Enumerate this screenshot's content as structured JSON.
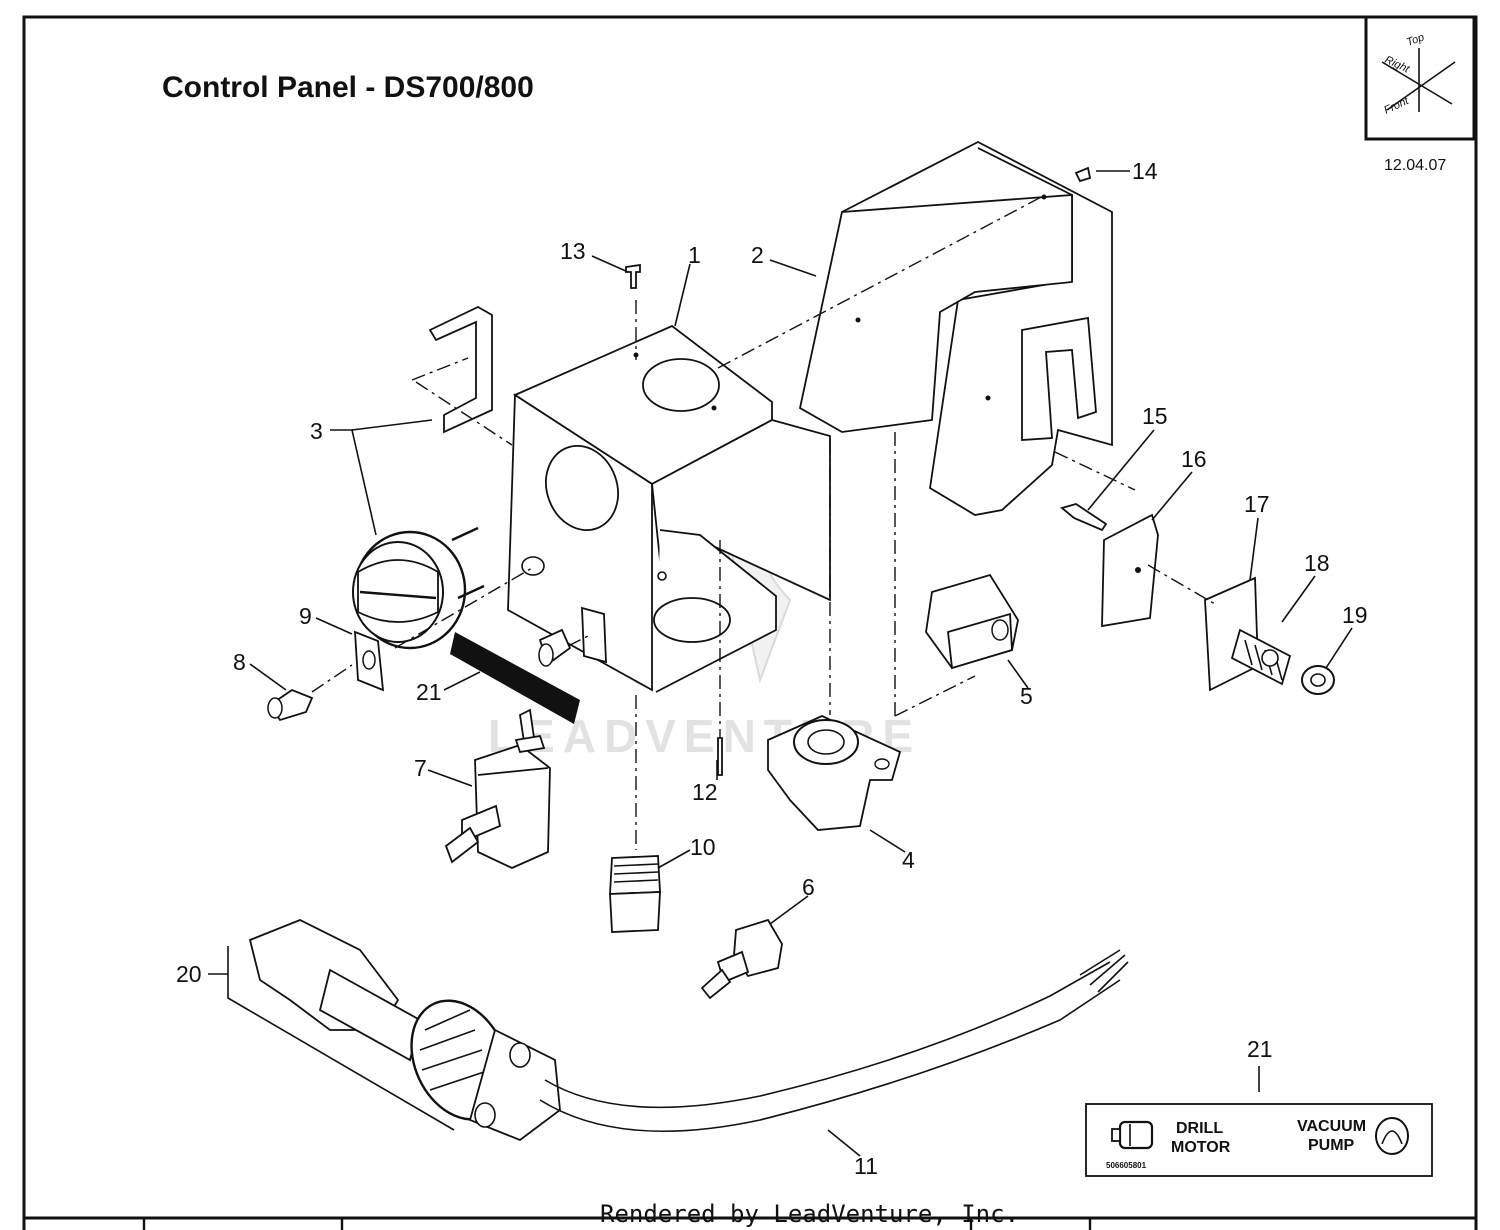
{
  "title": "Control Panel - DS700/800",
  "date_code": "12.04.07",
  "orientation": {
    "top": "Top",
    "right": "Right",
    "front": "Front"
  },
  "watermark": "LEADVENTURE",
  "footer": "Rendered by LeadVenture, Inc.",
  "label_decal": {
    "callout": "21",
    "left_line1": "DRILL",
    "left_line2": "MOTOR",
    "right_line1": "VACUUM",
    "right_line2": "PUMP",
    "part_number": "506605801"
  },
  "callouts": {
    "c1": "1",
    "c2": "2",
    "c3": "3",
    "c4": "4",
    "c5": "5",
    "c6": "6",
    "c7": "7",
    "c8": "8",
    "c9": "9",
    "c10": "10",
    "c11": "11",
    "c12": "12",
    "c13": "13",
    "c14": "14",
    "c15": "15",
    "c16": "16",
    "c17": "17",
    "c18": "18",
    "c19": "19",
    "c20": "20",
    "c21": "21"
  }
}
